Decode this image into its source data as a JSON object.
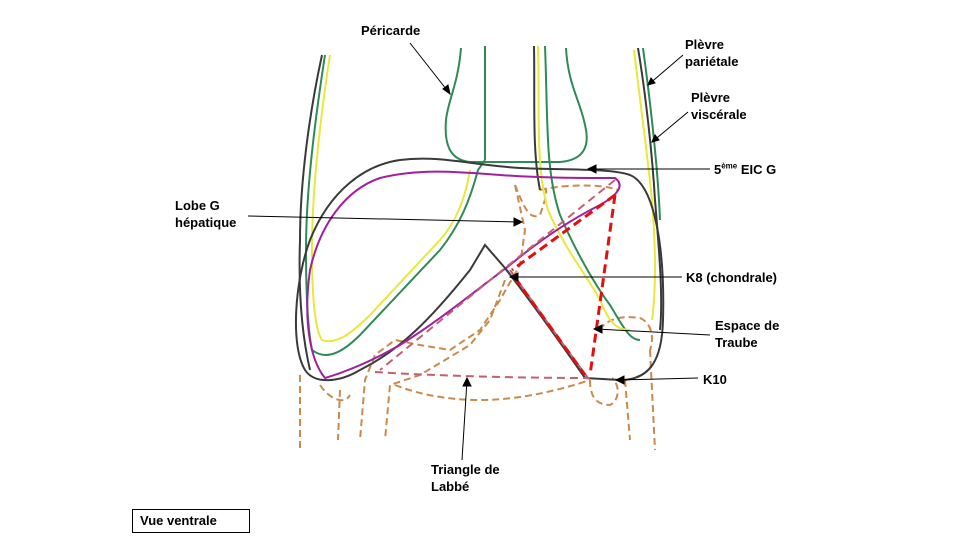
{
  "labels": {
    "pericarde": "Péricarde",
    "plevre_parietale_1": "Plèvre",
    "plevre_parietale_2": "pariétale",
    "plevre_viscerale_1": "Plèvre",
    "plevre_viscerale_2": "viscérale",
    "eic_num": "5",
    "eic_sup": "ème",
    "eic_rest": " EIC G",
    "lobe_1": "Lobe G",
    "lobe_2": "hépatique",
    "k8": "K8 (chondrale)",
    "traube_1": "Espace de",
    "traube_2": "Traube",
    "k10": "K10",
    "labbe_1": "Triangle de",
    "labbe_2": "Labbé"
  },
  "view": "Vue ventrale",
  "colors": {
    "outline": "#3a3a3a",
    "pericardium": "#2e8b57",
    "parietal_pleura": "#2e8b57",
    "visceral_pleura": "#e8e83a",
    "liver": "#a020a0",
    "costal_cartilage": "#c98a4e",
    "traube": "#e01010",
    "labbe": "#c06070"
  }
}
